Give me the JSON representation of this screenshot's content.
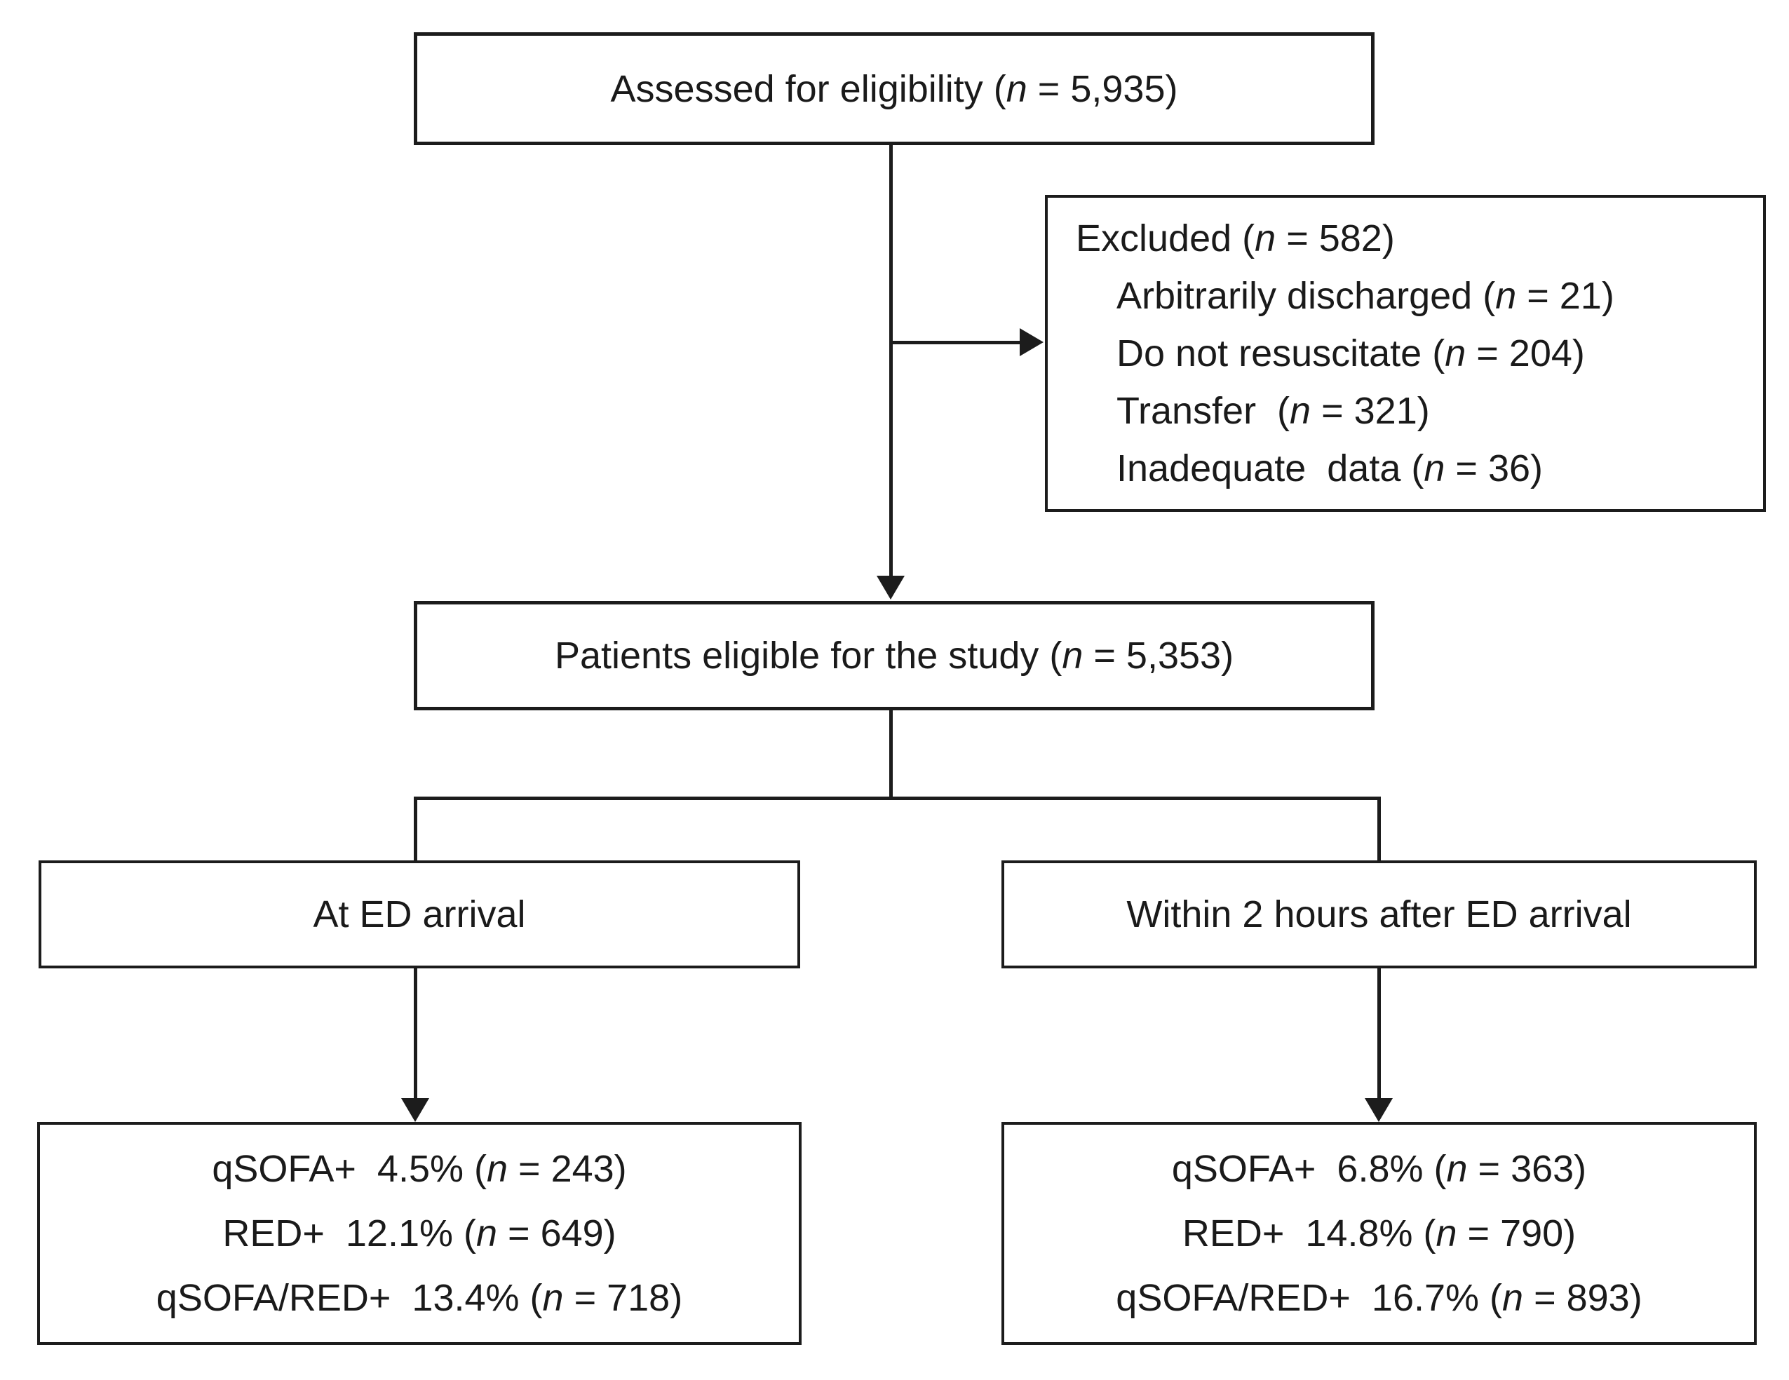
{
  "colors": {
    "ink": "#1a1a1a",
    "background": "#ffffff"
  },
  "boxes": {
    "assessed": {
      "prefix": "Assessed for eligibility (",
      "n": "n",
      "suffix": " = 5,935)"
    },
    "excluded": {
      "title": {
        "prefix": "Excluded (",
        "n": "n",
        "suffix": " = 582)"
      },
      "items": [
        {
          "prefix": "Arbitrarily discharged (",
          "n": "n",
          "suffix": " = 21)"
        },
        {
          "prefix": "Do not resuscitate (",
          "n": "n",
          "suffix": " = 204)"
        },
        {
          "prefix": "Transfer  (",
          "n": "n",
          "suffix": " = 321)"
        },
        {
          "prefix": "Inadequate  data (",
          "n": "n",
          "suffix": " = 36)"
        }
      ]
    },
    "eligible": {
      "prefix": "Patients eligible for the study (",
      "n": "n",
      "suffix": " = 5,353)"
    },
    "left_branch": {
      "label": "At ED arrival"
    },
    "right_branch": {
      "label": "Within 2 hours after ED arrival"
    },
    "left_results": {
      "lines": [
        {
          "prefix": "qSOFA+  4.5% (",
          "n": "n",
          "suffix": " = 243)"
        },
        {
          "prefix": "RED+  12.1% (",
          "n": "n",
          "suffix": " = 649)"
        },
        {
          "prefix": "qSOFA/RED+  13.4% (",
          "n": "n",
          "suffix": " = 718)"
        }
      ]
    },
    "right_results": {
      "lines": [
        {
          "prefix": "qSOFA+  6.8% (",
          "n": "n",
          "suffix": " = 363)"
        },
        {
          "prefix": "RED+  14.8% (",
          "n": "n",
          "suffix": " = 790)"
        },
        {
          "prefix": "qSOFA/RED+  16.7% (",
          "n": "n",
          "suffix": " = 893)"
        }
      ]
    }
  }
}
